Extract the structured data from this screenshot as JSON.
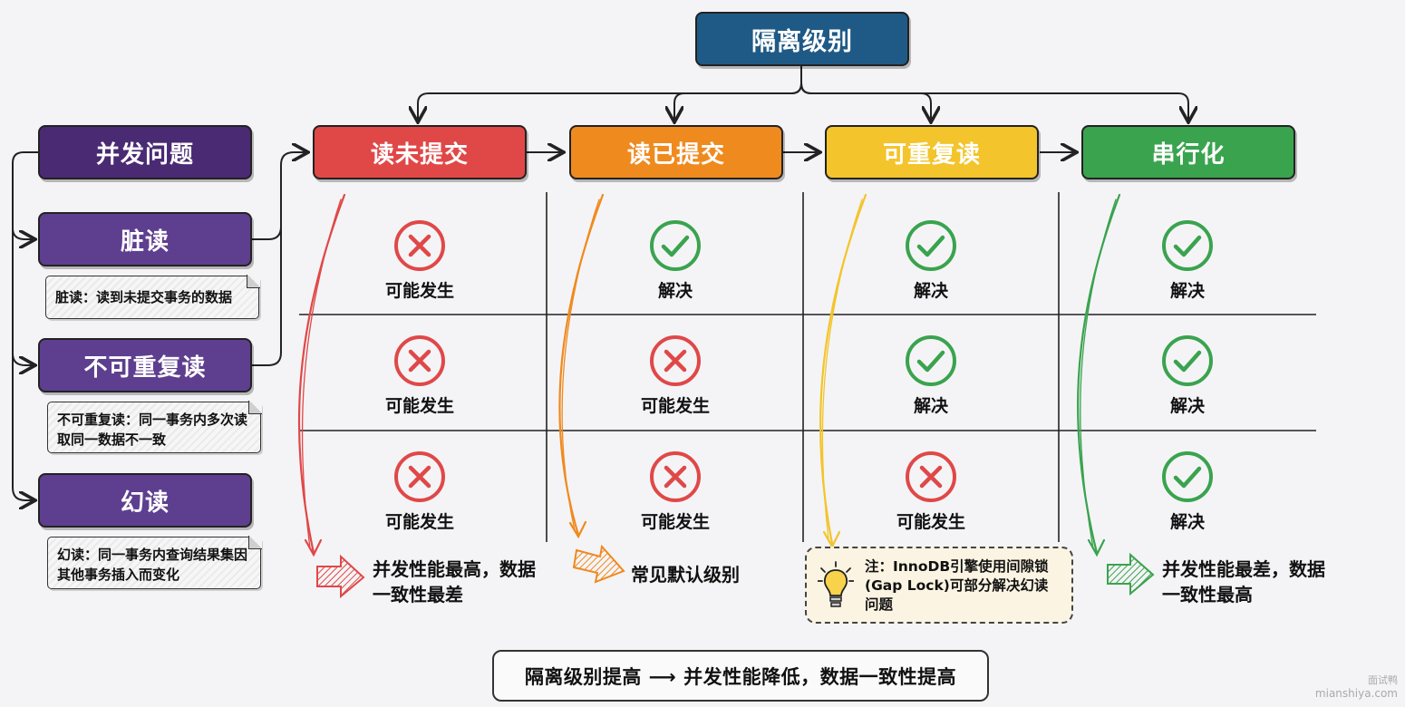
{
  "title": "隔离级别",
  "levels": [
    {
      "name": "读未提交",
      "color": "#e04848"
    },
    {
      "name": "读已提交",
      "color": "#ef8a1f"
    },
    {
      "name": "可重复读",
      "color": "#f3c42b"
    },
    {
      "name": "串行化",
      "color": "#3aa34e"
    }
  ],
  "problems_header": "并发问题",
  "problems": [
    {
      "name": "脏读",
      "note": "脏读：读到未提交事务的数据"
    },
    {
      "name": "不可重复读",
      "note": "不可重复读：同一事务内多次读取同一数据不一致"
    },
    {
      "name": "幻读",
      "note": "幻读：同一事务内查询结果集因其他事务插入而变化"
    }
  ],
  "labels": {
    "occurs": "可能发生",
    "solved": "解决"
  },
  "matrix": [
    [
      "occurs",
      "solved",
      "solved",
      "solved"
    ],
    [
      "occurs",
      "occurs",
      "solved",
      "solved"
    ],
    [
      "occurs",
      "occurs",
      "occurs",
      "solved"
    ]
  ],
  "outcomes": {
    "read_uncommitted": "并发性能最高，数据一致性最差",
    "read_committed": "常见默认级别",
    "repeatable_read_note": "注：InnoDB引擎使用间隙锁(Gap Lock)可部分解决幻读问题",
    "serializable": "并发性能最差，数据一致性最高"
  },
  "summary": "隔离级别提高 ⟶ 并发性能降低，数据一致性提高",
  "watermark": {
    "line1": "面试鸭",
    "line2": "mianshiya.com"
  },
  "colors": {
    "occurs": "#e04848",
    "solved": "#3aa34e"
  }
}
